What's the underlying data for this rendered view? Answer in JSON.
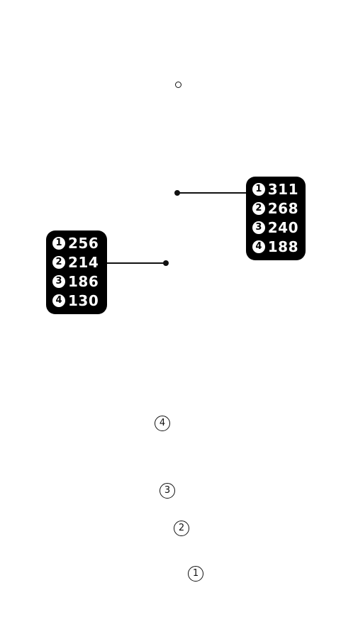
{
  "callout_right": {
    "rows": [
      {
        "badge": "1",
        "value": "311"
      },
      {
        "badge": "2",
        "value": "268"
      },
      {
        "badge": "3",
        "value": "240"
      },
      {
        "badge": "4",
        "value": "188"
      }
    ]
  },
  "callout_left": {
    "rows": [
      {
        "badge": "1",
        "value": "256"
      },
      {
        "badge": "2",
        "value": "214"
      },
      {
        "badge": "3",
        "value": "186"
      },
      {
        "badge": "4",
        "value": "130"
      }
    ]
  },
  "route_markers": [
    "4",
    "3",
    "2",
    "1"
  ],
  "colors": {
    "callout_bg": "#000000",
    "line": "#111111",
    "background": "#ffffff"
  }
}
